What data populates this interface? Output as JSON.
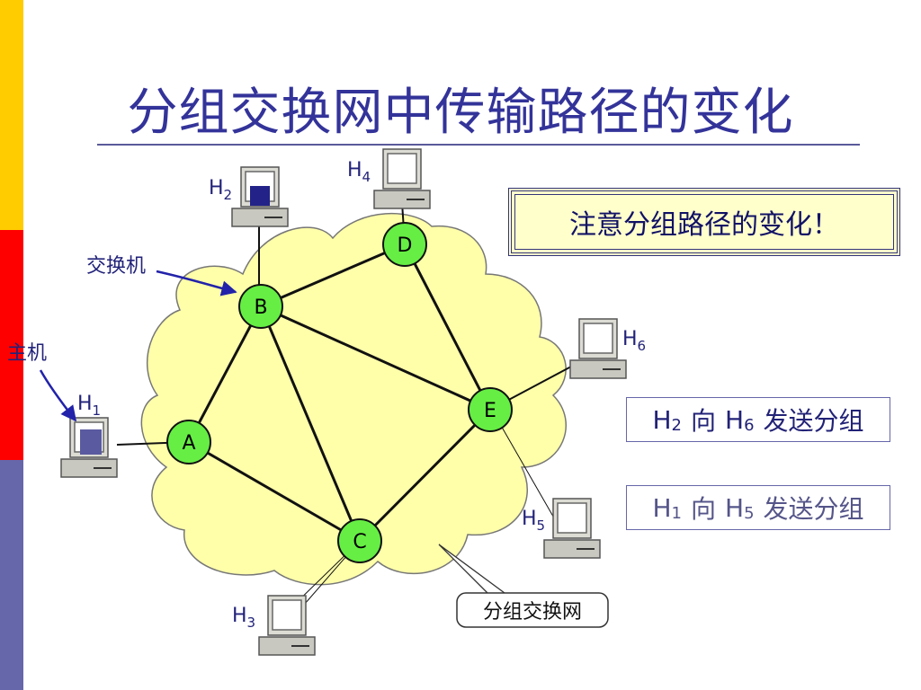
{
  "title": "分组交换网中传输路径的变化",
  "note": "注意分组路径的变化！",
  "legend": {
    "h2_to_h6": {
      "src": "H",
      "src_sub": "2",
      "dir": "向",
      "dst": "H",
      "dst_sub": "6",
      "action": "发送分组"
    },
    "h1_to_h5": {
      "src": "H",
      "src_sub": "1",
      "dir": "向",
      "dst": "H",
      "dst_sub": "5",
      "action": "发送分组"
    }
  },
  "labels": {
    "switch": "交换机",
    "host": "主机",
    "network": "分组交换网"
  },
  "nodes": [
    "A",
    "B",
    "C",
    "D",
    "E"
  ],
  "hosts": [
    {
      "letter": "H",
      "sub": "1"
    },
    {
      "letter": "H",
      "sub": "2"
    },
    {
      "letter": "H",
      "sub": "3"
    },
    {
      "letter": "H",
      "sub": "4"
    },
    {
      "letter": "H",
      "sub": "5"
    },
    {
      "letter": "H",
      "sub": "6"
    }
  ],
  "colors": {
    "cloud_fill": "#ffffaa",
    "node_fill": "#66ee44",
    "title": "#33339a",
    "arrow": "#2222aa"
  }
}
